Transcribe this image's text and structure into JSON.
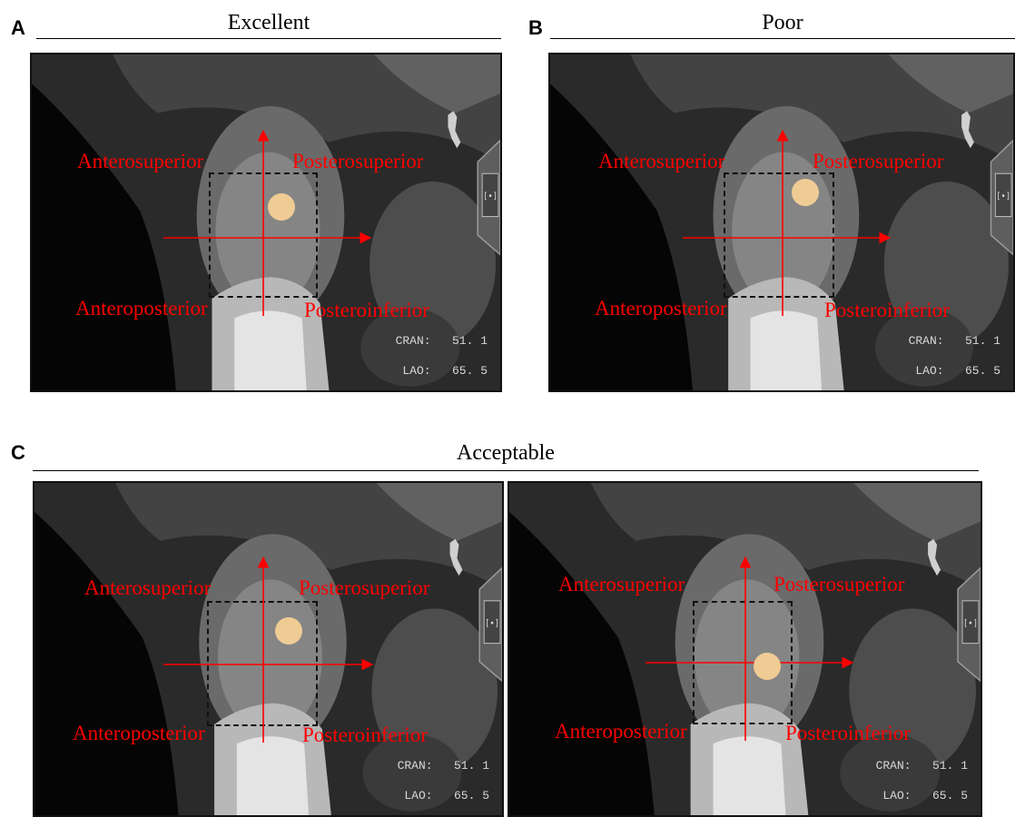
{
  "panels": {
    "A": {
      "letter": "A",
      "title": "Excellent"
    },
    "B": {
      "letter": "B",
      "title": "Poor"
    },
    "C": {
      "letter": "C",
      "title": "Acceptable"
    }
  },
  "quadrants": {
    "anterosuperior": "Anterosuperior",
    "posterosuperior": "Posterosuperior",
    "anteroposterior": "Anteroposterior",
    "posteroinferior": "Posteroinferior"
  },
  "readouts": {
    "cran_label": "CRAN:",
    "cran_value": "51. 1",
    "lao_label": "LAO:",
    "lao_value": "65. 5"
  },
  "colors": {
    "annotation": "#ff0000",
    "target_dot": "#f0cc95",
    "box_dash": "#111111"
  }
}
